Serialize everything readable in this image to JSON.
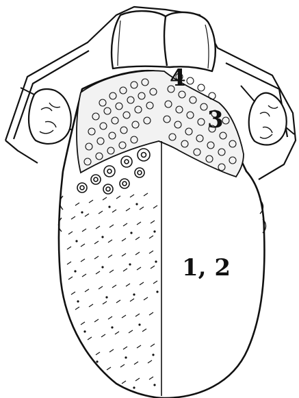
{
  "labels": {
    "region_4": "4",
    "region_3": "3",
    "region_1_2": "1, 2"
  },
  "colors": {
    "ink": "#111111",
    "paper": "#ffffff",
    "shade": "#e6e6e6"
  }
}
